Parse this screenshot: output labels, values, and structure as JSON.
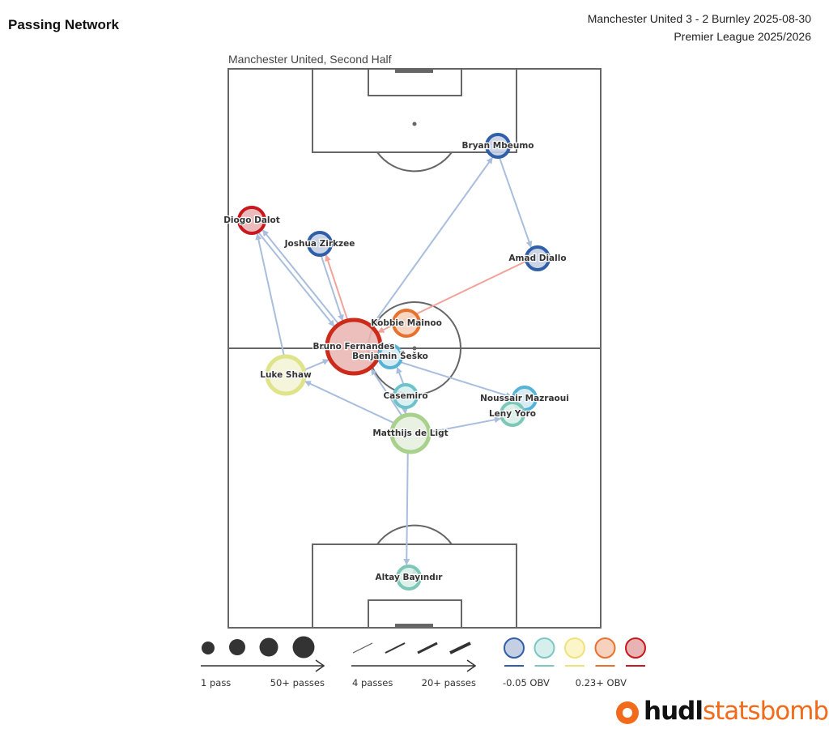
{
  "header": {
    "title": "Passing Network",
    "match": "Manchester United 3 - 2 Burnley 2025-08-30",
    "competition": "Premier League 2025/2026",
    "subtitle": "Manchester United, Second Half"
  },
  "chart_data": {
    "type": "network",
    "title": "Passing Network",
    "players": [
      {
        "name": "Bryan Mbeumo",
        "size": 1,
        "obv": "low",
        "color": "#2f5fa8",
        "fill": "#c4cfe3"
      },
      {
        "name": "Diogo Dalot",
        "size": 2,
        "obv": "high",
        "color": "#c8181e",
        "fill": "#e9b3b4"
      },
      {
        "name": "Joshua Zirkzee",
        "size": 1,
        "obv": "low",
        "color": "#2f5fa8",
        "fill": "#c4cfe3"
      },
      {
        "name": "Amad Diallo",
        "size": 1,
        "obv": "low",
        "color": "#2f5fa8",
        "fill": "#c4cfe3"
      },
      {
        "name": "Kobbie Mainoo",
        "size": 2,
        "obv": "mid-high",
        "color": "#e8712e",
        "fill": "#f6d2be"
      },
      {
        "name": "Bruno Fernandes",
        "size": 4,
        "obv": "high",
        "color": "#cc2a1a",
        "fill": "#eab8b5"
      },
      {
        "name": "Benjamin Šeško",
        "size": 1,
        "obv": "low-mid",
        "color": "#56b3d6",
        "fill": "#d2e9f2"
      },
      {
        "name": "Luke Shaw",
        "size": 3,
        "obv": "mid",
        "color": "#dfe38a",
        "fill": "#f3f4d6"
      },
      {
        "name": "Casemiro",
        "size": 1,
        "obv": "low-mid",
        "color": "#6cc3c9",
        "fill": "#d6eeef"
      },
      {
        "name": "Noussair Mazraoui",
        "size": 1,
        "obv": "low-mid",
        "color": "#56b3d6",
        "fill": "#d2e9f2"
      },
      {
        "name": "Leny Yoro",
        "size": 1,
        "obv": "low-mid",
        "color": "#7cc7b8",
        "fill": "#d9efe9"
      },
      {
        "name": "Matthijs de Ligt",
        "size": 3,
        "obv": "mid",
        "color": "#a9d18e",
        "fill": "#e7f1df"
      },
      {
        "name": "Altay Bayındır",
        "size": 1,
        "obv": "low-mid",
        "color": "#7cc7b8",
        "fill": "#d9efe9"
      }
    ],
    "passes": [
      {
        "from": "Bryan Mbeumo",
        "to": "Amad Diallo",
        "obv": "low"
      },
      {
        "from": "Bruno Fernandes",
        "to": "Bryan Mbeumo",
        "obv": "low"
      },
      {
        "from": "Diogo Dalot",
        "to": "Bruno Fernandes",
        "obv": "low"
      },
      {
        "from": "Bruno Fernandes",
        "to": "Diogo Dalot",
        "obv": "low"
      },
      {
        "from": "Joshua Zirkzee",
        "to": "Bruno Fernandes",
        "obv": "low"
      },
      {
        "from": "Bruno Fernandes",
        "to": "Joshua Zirkzee",
        "obv": "high"
      },
      {
        "from": "Amad Diallo",
        "to": "Bruno Fernandes",
        "obv": "high"
      },
      {
        "from": "Luke Shaw",
        "to": "Diogo Dalot",
        "obv": "low"
      },
      {
        "from": "Luke Shaw",
        "to": "Bruno Fernandes",
        "obv": "low"
      },
      {
        "from": "Matthijs de Ligt",
        "to": "Luke Shaw",
        "obv": "low"
      },
      {
        "from": "Matthijs de Ligt",
        "to": "Bruno Fernandes",
        "obv": "low"
      },
      {
        "from": "Matthijs de Ligt",
        "to": "Leny Yoro",
        "obv": "low"
      },
      {
        "from": "Matthijs de Ligt",
        "to": "Altay Bayındır",
        "obv": "low"
      },
      {
        "from": "Casemiro",
        "to": "Benjamin Šeško",
        "obv": "low"
      },
      {
        "from": "Benjamin Šeško",
        "to": "Noussair Mazraoui",
        "obv": "low"
      },
      {
        "from": "Casemiro",
        "to": "Matthijs de Ligt",
        "obv": "low"
      }
    ]
  },
  "legend": {
    "size_min": "1 pass",
    "size_max": "50+ passes",
    "width_min": "4 passes",
    "width_max": "20+ passes",
    "obv_min": "-0.05 OBV",
    "obv_max": "0.23+ OBV",
    "obv_colors": [
      "#2f5fa8",
      "#7cc7c4",
      "#f0e27a",
      "#e8712e",
      "#c8181e"
    ],
    "obv_fills": [
      "#c4cfe3",
      "#d6eeec",
      "#fbf5c9",
      "#f6d2be",
      "#e9b3b4"
    ]
  },
  "brand": {
    "a": "hudl",
    "b": "statsbomb"
  }
}
